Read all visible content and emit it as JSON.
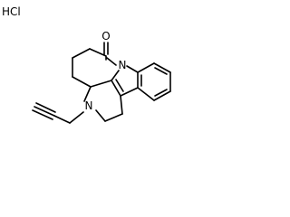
{
  "molecule": {
    "salt_label": "HCl",
    "atoms": {
      "oxygen": "O",
      "ring_nitrogen": "N",
      "amine_nitrogen": "N"
    },
    "bond_color": "#000000"
  }
}
